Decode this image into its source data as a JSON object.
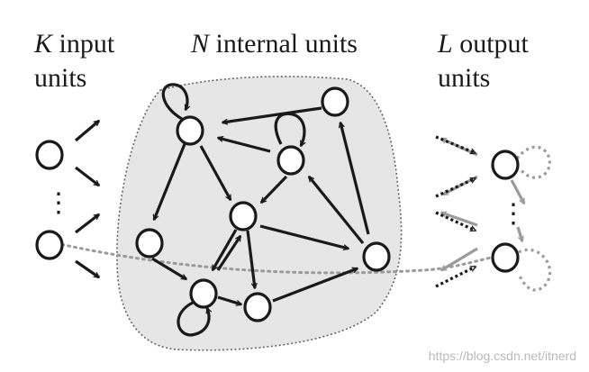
{
  "labels": {
    "input": {
      "var": "K",
      "line1_rest": " input",
      "line2": "units"
    },
    "internal": {
      "var": "N",
      "rest": " internal units"
    },
    "output": {
      "var": "L",
      "line1_rest": " output",
      "line2": "units"
    },
    "input_dots": "⋮",
    "output_dots": "⋮"
  },
  "watermark": "https://blog.csdn.net/itnerd",
  "colors": {
    "ink": "#1a1a1a",
    "reservoir_fill": "#e6e6e6",
    "reservoir_border": "#666666",
    "output_arrows": "#9b9b9b",
    "dotted_path": "#9a9a9a"
  }
}
